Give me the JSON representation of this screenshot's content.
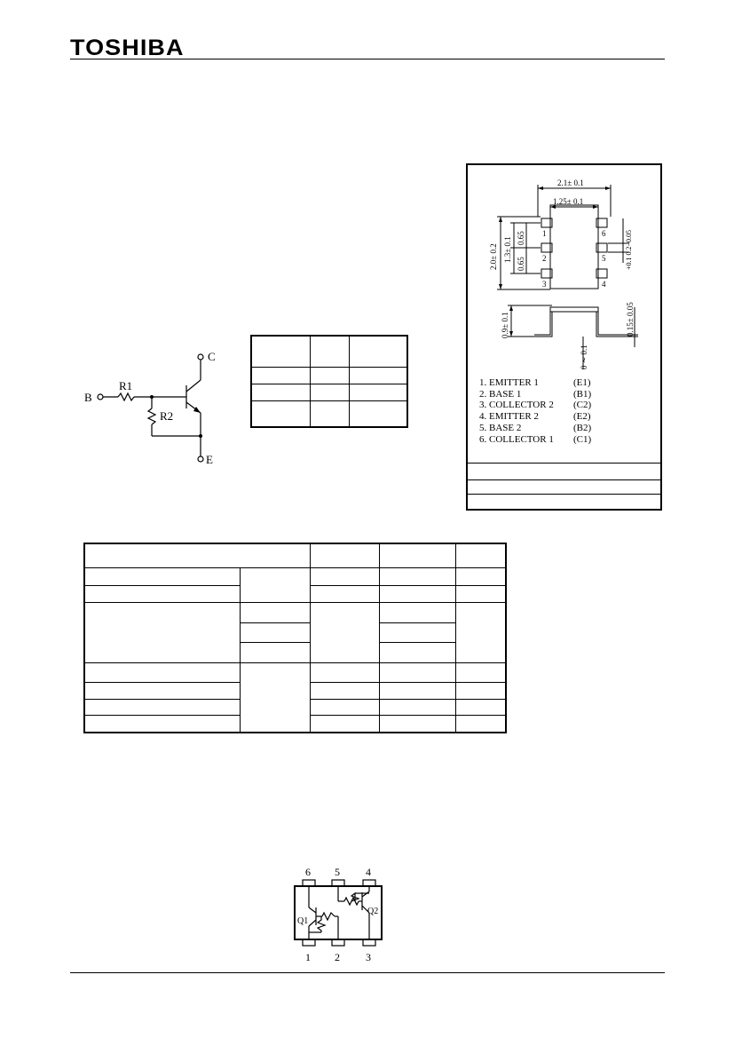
{
  "header": {
    "logo_text": "TOSHIBA"
  },
  "equivalent_circuit": {
    "terminals": {
      "base": "B",
      "collector": "C",
      "emitter": "E"
    },
    "resistors": {
      "r1": "R1",
      "r2": "R2"
    }
  },
  "package": {
    "dimensions": {
      "width_total": "2.1± 0.1",
      "body_width": "1.25± 0.1",
      "height_total": "2.0± 0.2",
      "pin_span": "1.3± 0.1",
      "pitch_upper": "0.65",
      "pitch_lower": "0.65",
      "lead_thickness": "+0.1\n0.2−0.05",
      "body_height": "0.9± 0.1",
      "lead_height": "0.15± 0.05",
      "standoff": "0 ∼ 0.1"
    },
    "pin_numbers": [
      "1",
      "2",
      "3",
      "4",
      "5",
      "6"
    ],
    "pins": [
      {
        "name": "1. EMITTER 1",
        "code": "(E1)"
      },
      {
        "name": "2. BASE 1",
        "code": "(B1)"
      },
      {
        "name": "3. COLLECTOR 2",
        "code": "(C2)"
      },
      {
        "name": "4. EMITTER 2",
        "code": "(E2)"
      },
      {
        "name": "5. BASE 2",
        "code": "(B2)"
      },
      {
        "name": "6. COLLECTOR 1",
        "code": "(C1)"
      }
    ]
  },
  "internal_diagram": {
    "top_pins": [
      "6",
      "5",
      "4"
    ],
    "bottom_pins": [
      "1",
      "2",
      "3"
    ],
    "transistors": [
      "Q1",
      "Q2"
    ]
  },
  "colors": {
    "ink": "#000000",
    "background": "#ffffff"
  }
}
